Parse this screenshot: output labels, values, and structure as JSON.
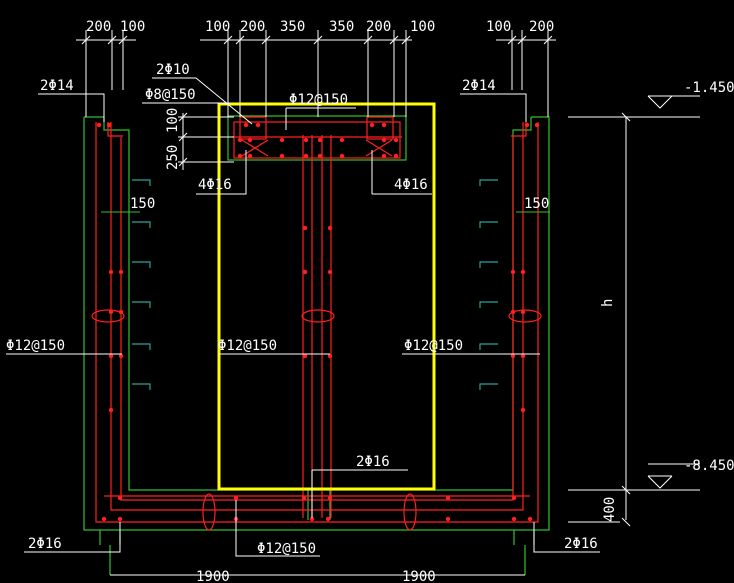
{
  "colors": {
    "background": "#000000",
    "rebar": "#ff2020",
    "concrete_outline": "#2ec02e",
    "dimension": "#ffffff",
    "highlight_box": "#ffff00",
    "tick_marks": "#2aa39a"
  },
  "top_dimensions": {
    "left": [
      "200",
      "100"
    ],
    "center": [
      "100",
      "200",
      "350",
      "350",
      "200",
      "100"
    ],
    "right": [
      "100",
      "200"
    ]
  },
  "rebar_labels": {
    "top_left_2phi14": "2Φ14",
    "top_right_2phi14": "2Φ14",
    "beam_2phi10": "2Φ10",
    "beam_stirrup": "Φ8@150",
    "beam_top_bar": "Φ12@150",
    "beam_left_4phi16": "4Φ16",
    "beam_right_4phi16": "4Φ16",
    "left_wall_dist": "Φ12@150",
    "center_wall_dist": "Φ12@150",
    "right_wall_dist": "Φ12@150",
    "center_bottom_2phi16": "2Φ16",
    "bottom_left_2phi16": "2Φ16",
    "bottom_right_2phi16": "2Φ16",
    "bottom_slab_dist": "Φ12@150"
  },
  "beam_dims": {
    "upper": "100",
    "lower": "250"
  },
  "spacing_left": "150",
  "spacing_right": "150",
  "elevations": {
    "top": "-1.450",
    "bottom": "-8.450"
  },
  "height_symbol": "h",
  "slab_thickness": "400",
  "bottom_dims": {
    "left": "1900",
    "right": "1900"
  }
}
